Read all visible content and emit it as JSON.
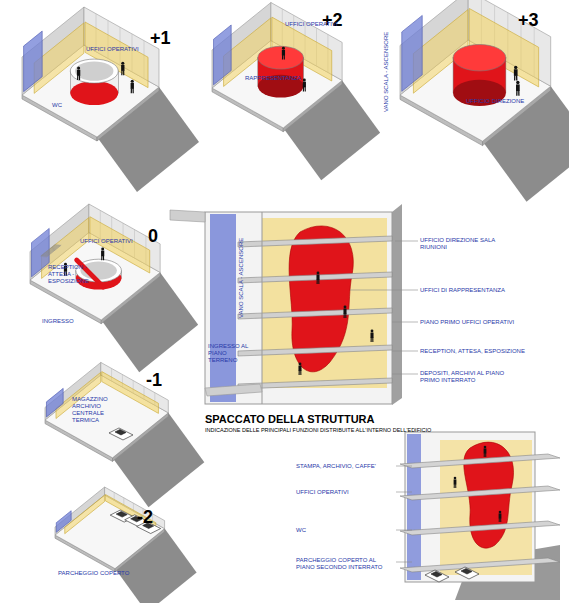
{
  "diagram": {
    "title": "SPACCATO DELLA STRUTTURA",
    "caption": "INDICAZIONE DELLE PRINCIPALI FUNZIONI DISTRIBUITE ALL'INTERNO DELL'EDIFICIO",
    "labels": [
      "+1",
      "UFFICI OPERATIVI",
      "WC",
      "+2",
      "UFFICI OPERATIVI",
      "RAPPRESENTANZA",
      "+3",
      "UFFICIO DIREZIONE",
      "VANO SCALA - ASCENSORE",
      "0",
      "UFFICI OPERATIVI",
      "RECEPTION - ATTESA - ESPOSIZIONE",
      "INGRESSO",
      "-1",
      "MAGAZZINO ARCHIVIO CENTRALE TERMICA",
      "-2",
      "PARCHEGGIO COPERTO",
      "UFFICIO DIREZIONE SALA RIUNIONI",
      "UFFICI DI RAPPRESENTANZA",
      "PIANO PRIMO UFFICI OPERATIVI",
      "RECEPTION, ATTESA, ESPOSIZIONE",
      "DEPOSITI, ARCHIVI AL PIANO PRIMO INTERRATO",
      "VANO SCALA - ASCENSORE",
      "INGRESSO AL PIANO TERRENO",
      "STAMPA, ARCHIVIO, CAFFE'",
      "UFFICI OPERATIVI",
      "WC",
      "PARCHEGGIO COPERTO AL PIANO SECONDO INTERRATO"
    ]
  }
}
